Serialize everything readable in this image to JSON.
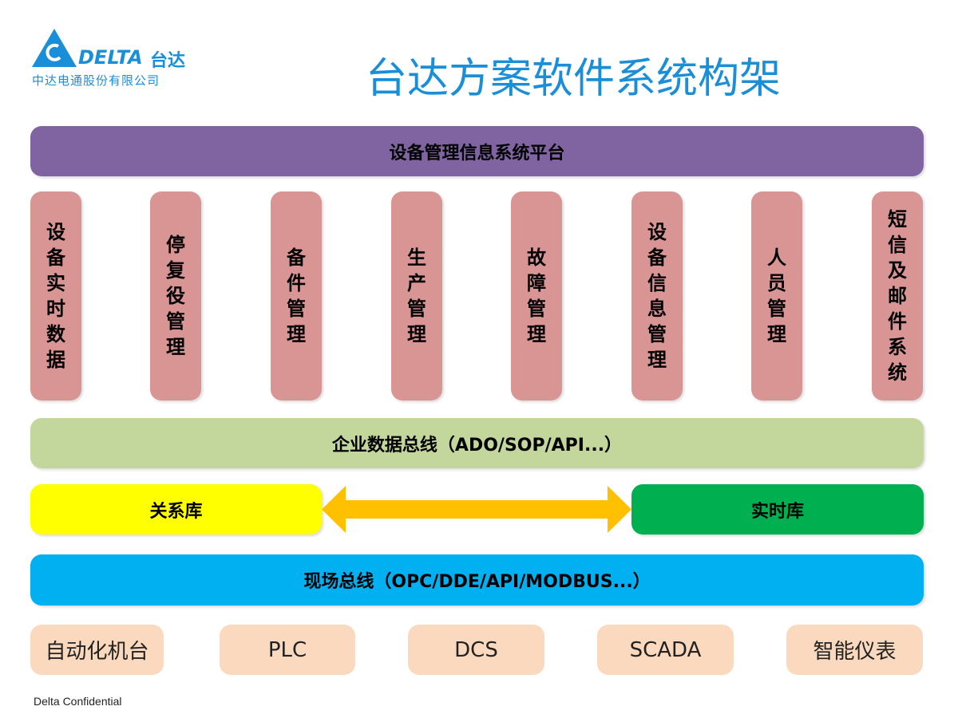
{
  "logo": {
    "brand": "DELTA",
    "brand_cn": "台达",
    "company": "中达电通股份有限公司"
  },
  "title": "台达方案软件系统构架",
  "platform": "设备管理信息系统平台",
  "modules": [
    "设备实时数据",
    "停复役管理",
    "备件管理",
    "生产管理",
    "故障管理",
    "设备信息管理",
    "人员管理",
    "短信及邮件系统"
  ],
  "enterprise_bus": "企业数据总线（ADO/SOP/API...）",
  "relational_db": "关系库",
  "realtime_db": "实时库",
  "field_bus": "现场总线（OPC/DDE/API/MODBUS...）",
  "devices": [
    "自动化机台",
    "PLC",
    "DCS",
    "SCADA",
    "智能仪表"
  ],
  "footer": "Delta Confidential",
  "colors": {
    "title": "#1a8fd8",
    "platform": "#8064a2",
    "module": "#d99594",
    "enterprise": "#c3d69b",
    "relational": "#ffff00",
    "realtime": "#00b050",
    "arrow": "#ffc000",
    "field": "#00b0f0",
    "device": "#fad9be"
  }
}
